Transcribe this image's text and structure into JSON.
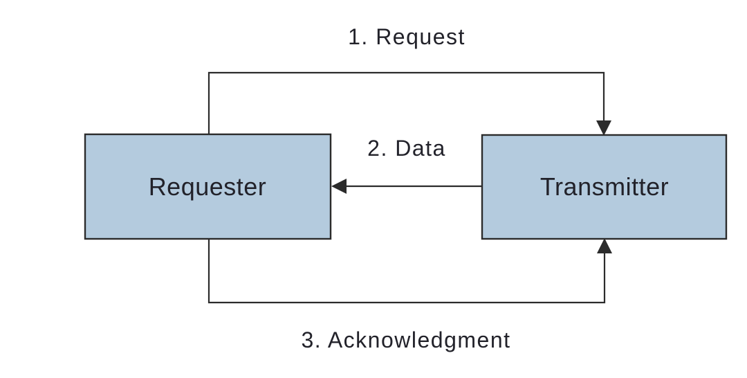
{
  "diagram": {
    "type": "flow",
    "nodes": {
      "requester": {
        "label": "Requester"
      },
      "transmitter": {
        "label": "Transmitter"
      }
    },
    "edges": {
      "request": {
        "label": "1. Request",
        "from": "requester",
        "to": "transmitter",
        "route": "top"
      },
      "data": {
        "label": "2. Data",
        "from": "transmitter",
        "to": "requester",
        "route": "middle"
      },
      "acknowledgment": {
        "label": "3. Acknowledgment",
        "from": "requester",
        "to": "transmitter",
        "route": "bottom"
      }
    },
    "colors": {
      "background": "#ffffff",
      "node_fill": "#b4cbde",
      "node_border": "#2b2b2b",
      "line": "#2b2b2b",
      "text": "#22222a"
    }
  }
}
